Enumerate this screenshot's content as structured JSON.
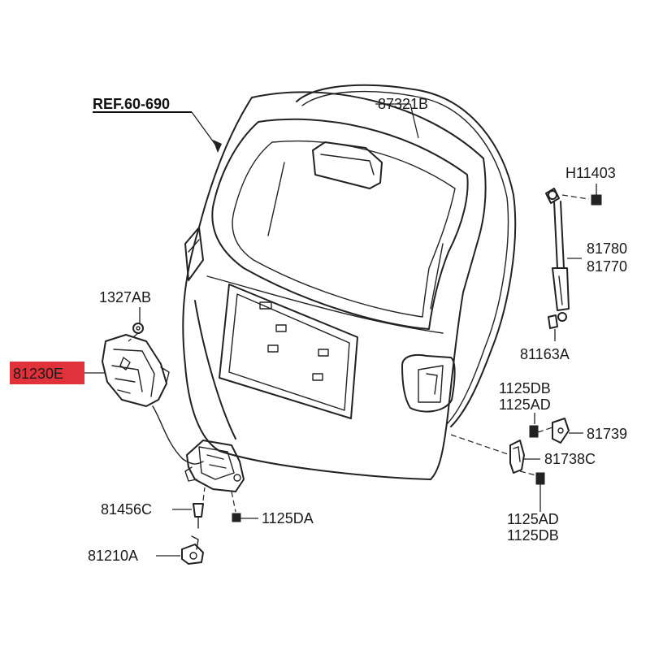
{
  "accent_color": "#e0323a",
  "labels": {
    "ref": "REF.60-690",
    "glass_seal": "87321B",
    "bolt_top": "H11403",
    "lifter_a": "81780",
    "lifter_b": "81770",
    "lifter_bolt": "81163A",
    "nut_1327": "1327AB",
    "highlighted_part": "81230E",
    "bolt_db_top": "1125DB",
    "bolt_ad_top": "1125AD",
    "striker": "81739",
    "bracket": "81738C",
    "bolt_ad_bottom": "1125AD",
    "bolt_db_bottom": "1125DB",
    "pin": "81456C",
    "bolt_da": "1125DA",
    "key_cylinder": "81210A"
  }
}
